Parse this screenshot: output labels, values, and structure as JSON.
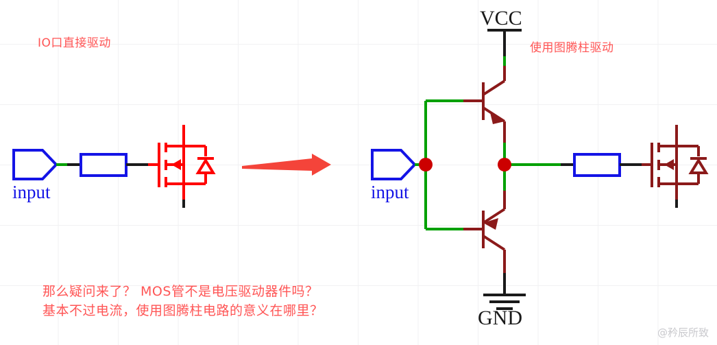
{
  "page": {
    "title": "MOSFET drive comparison schematic",
    "background_color": "#ffffff",
    "grid_color": "#f1f1f3"
  },
  "annotations": {
    "left_title": "IO口直接驱动",
    "right_title": "使用图腾柱驱动",
    "question_line1": "那么疑问来了？  MOS管不是电压驱动器件吗？",
    "question_line2": "基本不过电流，使用图腾柱电路的意义在哪里？",
    "watermark": "@矜辰所致"
  },
  "left_circuit": {
    "name": "IO port direct drive",
    "input_port_label": "input",
    "resistor_label": "",
    "mosfet_type": "N-channel MOSFET with body diode",
    "wire_colors": {
      "port_outline": "#1414e6",
      "resistor_outline": "#1414e6",
      "wire_black": "#1a1a1a",
      "wire_green": "#00a000",
      "mosfet": "#ff0000"
    }
  },
  "right_circuit": {
    "name": "Totem pole drive",
    "input_port_label": "input",
    "vcc_label": "VCC",
    "gnd_label": "GND",
    "npn_transistor": "NPN (upper, emitter follower)",
    "pnp_transistor": "PNP (lower, emitter follower)",
    "resistor_label": "",
    "mosfet_type": "N-channel MOSFET with body diode",
    "wire_colors": {
      "port_outline": "#1414e6",
      "resistor_outline": "#1414e6",
      "wire_black": "#1a1a1a",
      "wire_green": "#00a000",
      "transistor": "#8b1a1a",
      "junction_dot": "#cc0000",
      "mosfet": "#8b1a1a"
    }
  },
  "arrow": {
    "name": "transition-arrow",
    "color": "#f4443a",
    "direction": "right"
  }
}
